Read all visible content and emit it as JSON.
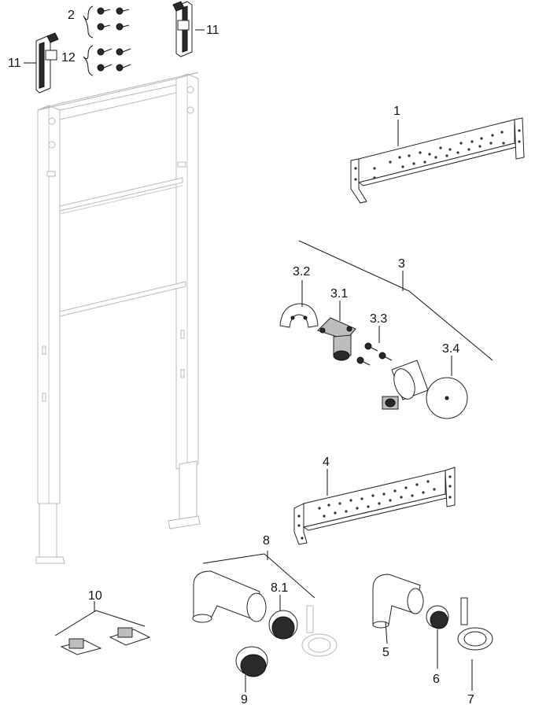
{
  "parts": [
    {
      "id": "frame",
      "name": "installation-frame"
    },
    {
      "id": "1",
      "name": "mounting-plate"
    },
    {
      "id": "2",
      "name": "screw-set"
    },
    {
      "id": "3",
      "name": "connection-set"
    },
    {
      "id": "3.1",
      "name": "wall-elbow"
    },
    {
      "id": "3.2",
      "name": "half-shell"
    },
    {
      "id": "3.3",
      "name": "screws"
    },
    {
      "id": "3.4",
      "name": "rosette"
    },
    {
      "id": "4",
      "name": "mounting-plate"
    },
    {
      "id": "5",
      "name": "bend"
    },
    {
      "id": "6",
      "name": "seal"
    },
    {
      "id": "7",
      "name": "pipe-clip"
    },
    {
      "id": "8",
      "name": "drain-elbow"
    },
    {
      "id": "8.1",
      "name": "seal"
    },
    {
      "id": "9",
      "name": "seal"
    },
    {
      "id": "10",
      "name": "floor-clips"
    },
    {
      "id": "11",
      "name": "wall-brackets"
    },
    {
      "id": "12",
      "name": "screw-set"
    }
  ],
  "labels": {
    "p1": "1",
    "p2": "2",
    "p3": "3",
    "p3_1": "3.1",
    "p3_2": "3.2",
    "p3_3": "3.3",
    "p3_4": "3.4",
    "p4": "4",
    "p5": "5",
    "p6": "6",
    "p7": "7",
    "p8": "8",
    "p8_1": "8.1",
    "p9": "9",
    "p10": "10",
    "p11_left": "11",
    "p11_right": "11",
    "p12": "12"
  }
}
